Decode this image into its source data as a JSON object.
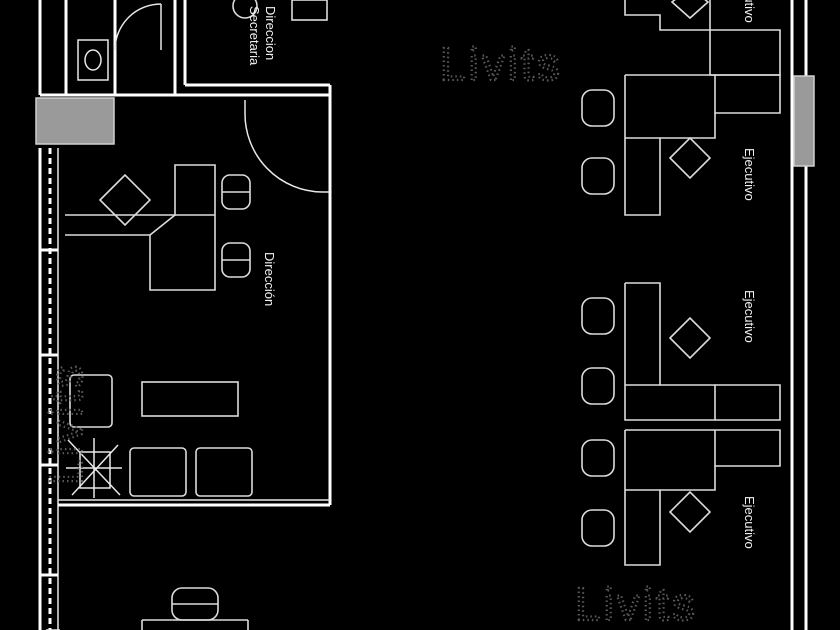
{
  "rooms": {
    "secretaria": {
      "line1": "Secretaria",
      "line2": "Direccion"
    },
    "direccion": "Dirección",
    "ejecutivo_1": "Ejecutivo",
    "ejecutivo_2": "Ejecutivo",
    "ejecutivo_3": "Ejecutivo",
    "ejecutivo_4": "Ejecutivo"
  },
  "watermark": "Livits"
}
